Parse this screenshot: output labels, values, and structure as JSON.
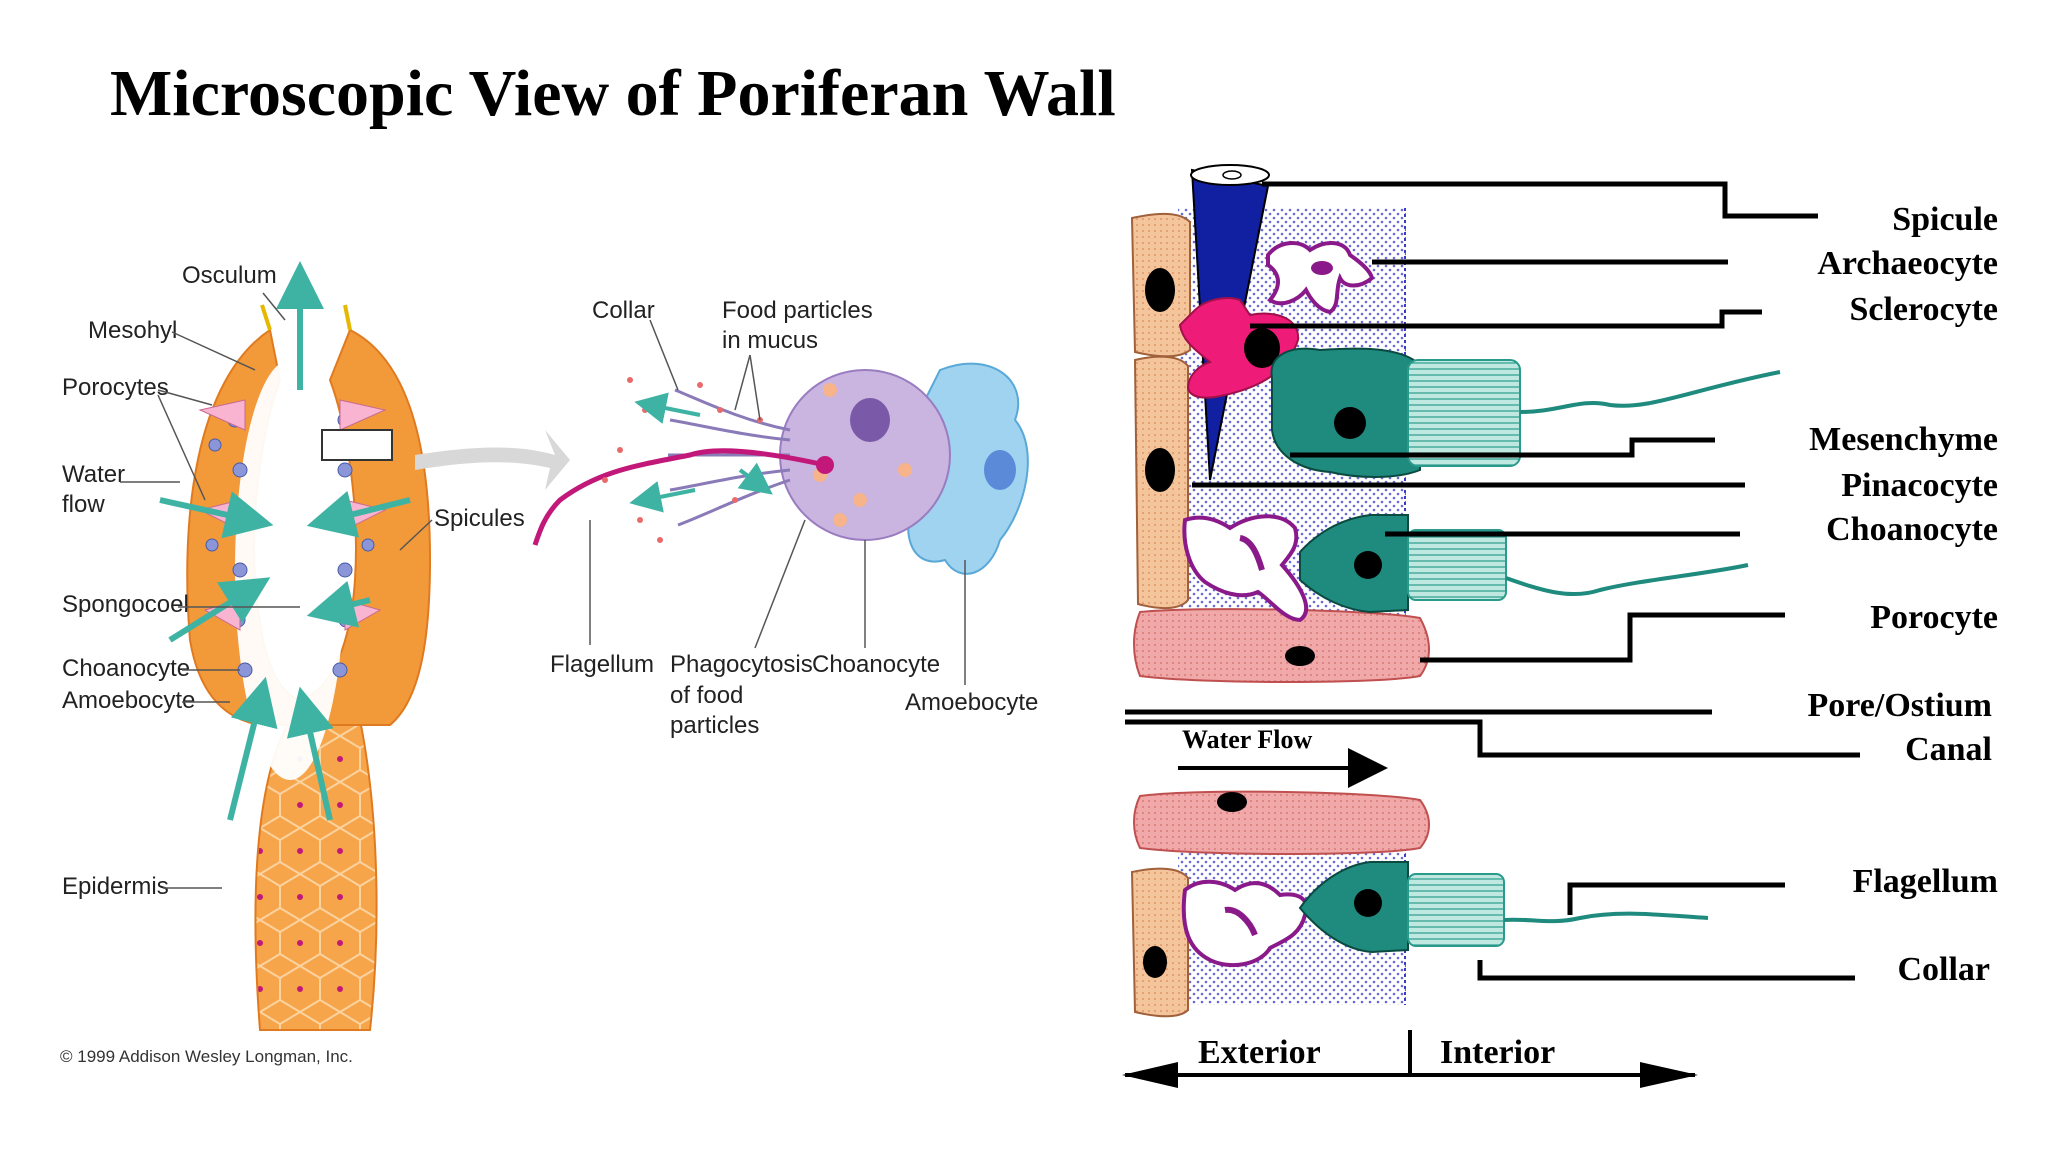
{
  "title": "Microscopic View of Poriferan Wall",
  "left_figure": {
    "labels": {
      "osculum": "Osculum",
      "mesohyl": "Mesohyl",
      "porocytes": "Porocytes",
      "water_flow_1": "Water",
      "water_flow_2": "flow",
      "spicules": "Spicules",
      "spongocoel": "Spongocoel",
      "choanocyte": "Choanocyte",
      "amoebocyte": "Amoebocyte",
      "epidermis": "Epidermis",
      "copyright": "© 1999 Addison Wesley Longman, Inc."
    }
  },
  "middle_figure": {
    "labels": {
      "collar": "Collar",
      "food_1": "Food particles",
      "food_2": "in mucus",
      "flagellum": "Flagellum",
      "phago_1": "Phagocytosis",
      "phago_2": "of food",
      "phago_3": "particles",
      "choanocyte": "Choanocyte",
      "amoebocyte": "Amoebocyte"
    }
  },
  "right_figure": {
    "labels": {
      "spicule": "Spicule",
      "archaeocyte": "Archaeocyte",
      "sclerocyte": "Sclerocyte",
      "mesenchyme": "Mesenchyme",
      "pinacocyte": "Pinacocyte",
      "choanocyte": "Choanocyte",
      "porocyte": "Porocyte",
      "pore": "Pore/Ostium",
      "canal": "Canal",
      "flagellum": "Flagellum",
      "collar": "Collar",
      "water_flow": "Water Flow",
      "exterior": "Exterior",
      "interior": "Interior"
    }
  },
  "colors": {
    "sponge_orange": "#f29a3a",
    "teal_arrow": "#3fb3a3",
    "pinacocyte": "#f4c49a",
    "choanocyte_teal": "#1f8a7e",
    "spicule_blue": "#1020a0",
    "sclerocyte_pink": "#ee1b78",
    "archaeocyte_purple": "#8a1a8a",
    "porocyte_pink": "#f0a8a8"
  }
}
